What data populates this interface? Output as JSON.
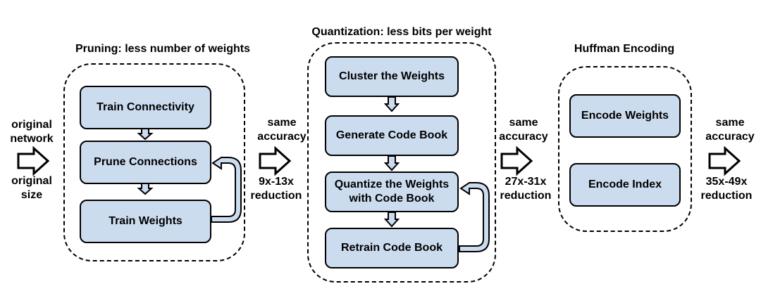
{
  "input": {
    "label_top": "original\nnetwork",
    "label_bottom": "original\nsize"
  },
  "stages": [
    {
      "title": "Pruning: less number of weights",
      "steps": [
        "Train Connectivity",
        "Prune Connections",
        "Train Weights"
      ]
    },
    {
      "title": "Quantization: less bits per weight",
      "steps": [
        "Cluster the Weights",
        "Generate Code Book",
        "Quantize the Weights\nwith Code Book",
        "Retrain Code Book"
      ]
    },
    {
      "title": "Huffman Encoding",
      "steps": [
        "Encode Weights",
        "Encode Index"
      ]
    }
  ],
  "transitions": [
    {
      "top": "same\naccuracy",
      "bottom": "9x-13x\nreduction"
    },
    {
      "top": "same\naccuracy",
      "bottom": "27x-31x\nreduction"
    },
    {
      "top": "same\naccuracy",
      "bottom": "35x-49x\nreduction"
    }
  ],
  "colors": {
    "box_fill": "#ccdcef",
    "stroke": "#000000",
    "arrow_fill": "#ffffff"
  }
}
